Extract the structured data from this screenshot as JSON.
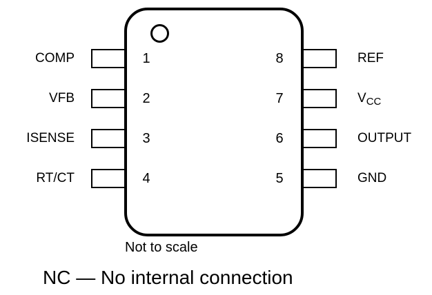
{
  "diagram": {
    "scale_note": "Not to scale",
    "footnote": "NC — No internal connection"
  },
  "pins": {
    "left": [
      {
        "number": "1",
        "label": "COMP"
      },
      {
        "number": "2",
        "label": "VFB"
      },
      {
        "number": "3",
        "label": "ISENSE"
      },
      {
        "number": "4",
        "label": "RT/CT"
      }
    ],
    "right": [
      {
        "number": "8",
        "label": "REF",
        "label_sub": ""
      },
      {
        "number": "7",
        "label": "V",
        "label_sub": "CC"
      },
      {
        "number": "6",
        "label": "OUTPUT",
        "label_sub": ""
      },
      {
        "number": "5",
        "label": "GND",
        "label_sub": ""
      }
    ]
  },
  "colors": {
    "line": "#000000",
    "text": "#000000",
    "background": "#ffffff"
  }
}
